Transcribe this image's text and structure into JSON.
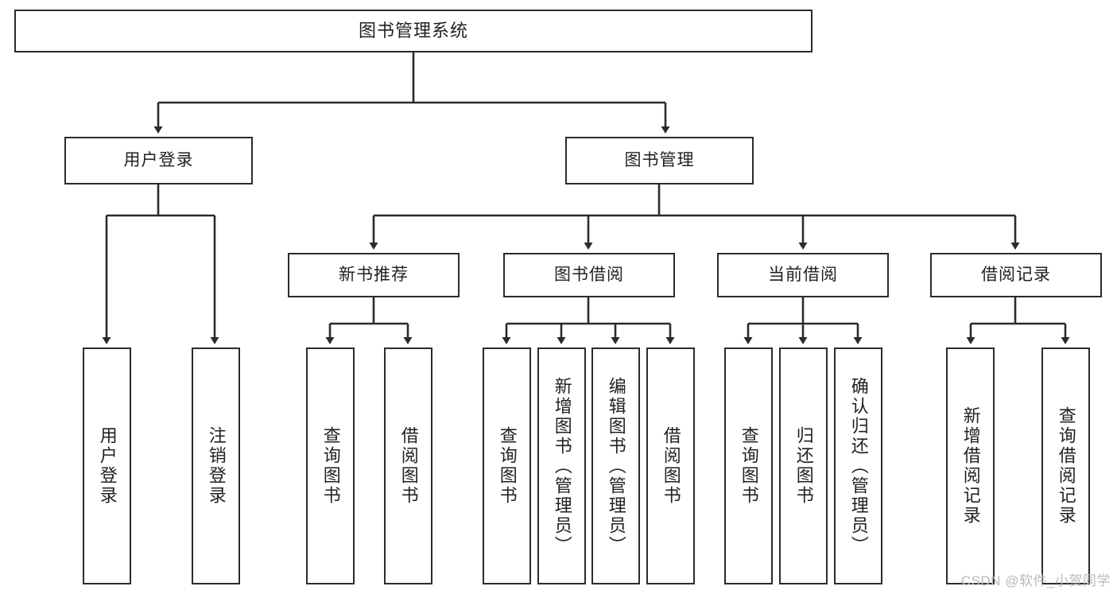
{
  "diagram": {
    "title": "图书管理系统",
    "type": "tree-hierarchy-diagram",
    "watermark": "CSDN @软件_小贺同学",
    "stroke_color": "#2b2b2b",
    "text_color": "#231f20",
    "background_color": "#ffffff"
  },
  "nodes": {
    "root": {
      "label": "图书管理系统"
    },
    "level2": [
      {
        "label": "用户登录"
      },
      {
        "label": "图书管理"
      }
    ],
    "level3": [
      {
        "label": "新书推荐"
      },
      {
        "label": "图书借阅"
      },
      {
        "label": "当前借阅"
      },
      {
        "label": "借阅记录"
      }
    ],
    "leaves": {
      "user_login": [
        {
          "label": "用户登录"
        },
        {
          "label": "注销登录"
        }
      ],
      "new_book_recommend": [
        {
          "label": "查询图书"
        },
        {
          "label": "借阅图书"
        }
      ],
      "book_borrow": [
        {
          "label": "查询图书"
        },
        {
          "label": "新增图书（管理员）"
        },
        {
          "label": "编辑图书（管理员）"
        },
        {
          "label": "借阅图书"
        }
      ],
      "current_borrow": [
        {
          "label": "查询图书"
        },
        {
          "label": "归还图书"
        },
        {
          "label": "确认归还（管理员）"
        }
      ],
      "borrow_record": [
        {
          "label": "新增借阅记录"
        },
        {
          "label": "查询借阅记录"
        }
      ]
    }
  }
}
